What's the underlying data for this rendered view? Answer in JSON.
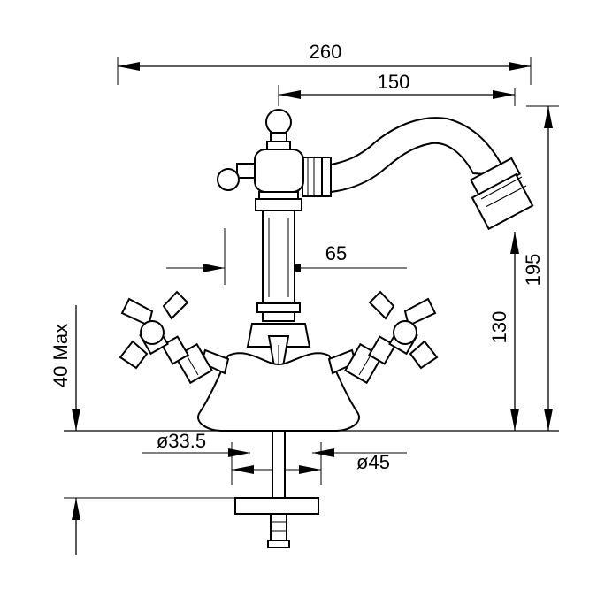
{
  "dimensions": {
    "overall_width": "260",
    "spout_reach": "150",
    "total_height": "195",
    "spout_height": "130",
    "handle_spacing": "65",
    "max_deck_thickness": "40 Max",
    "hole_diameter": "ø33.5",
    "base_diameter": "ø45"
  },
  "colors": {
    "line": "#000000",
    "background": "#ffffff"
  }
}
